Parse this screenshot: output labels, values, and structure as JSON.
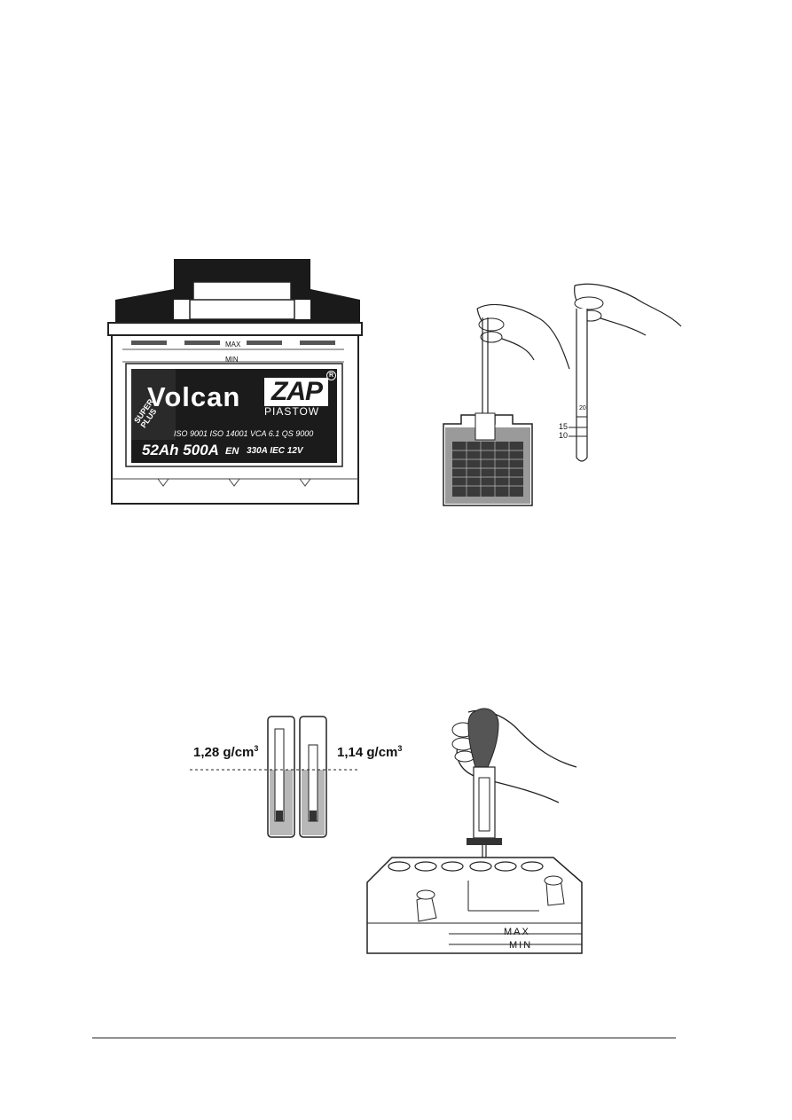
{
  "figure1": {
    "max_label": "MAX",
    "min_label": "MIN",
    "brand_main": "Volcan",
    "brand_logo": "ZAP",
    "brand_sub": "PIASTOW",
    "badge": "SUPER PLUS",
    "cert_line": "ISO 9001  ISO 14001  VCA 6.1  QS 9000",
    "spec_main": "52Ah 500A",
    "spec_en": "EN",
    "spec_small": "330A IEC 12V",
    "registered": "R"
  },
  "figure2": {
    "scale_top": "20",
    "scale_mid": "15",
    "scale_low": "10"
  },
  "figure3": {
    "density_left": "1,28 g/cm",
    "density_right": "1,14 g/cm",
    "exponent": "3"
  },
  "figure4": {
    "max_label": "MAX",
    "min_label": "MIN"
  }
}
